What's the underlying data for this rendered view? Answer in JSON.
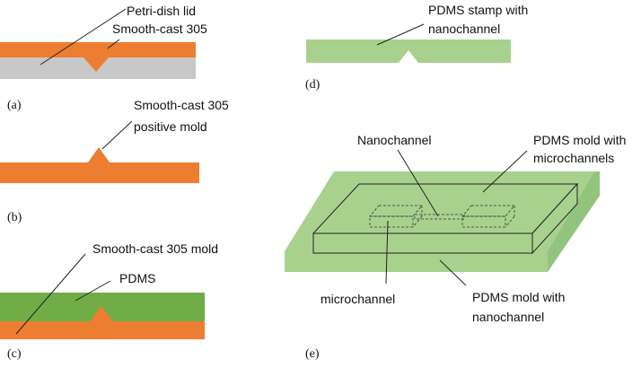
{
  "panels": {
    "a": {
      "tag": "(a)",
      "labels": [
        "Petri-dish lid",
        "Smooth-cast 305"
      ]
    },
    "b": {
      "tag": "(b)",
      "labels": [
        "Smooth-cast 305",
        "positive mold"
      ]
    },
    "c": {
      "tag": "(c)",
      "labels": [
        "Smooth-cast 305 mold",
        "PDMS"
      ]
    },
    "d": {
      "tag": "(d)",
      "labels": [
        "PDMS stamp with",
        "nanochannel"
      ]
    },
    "e": {
      "tag": "(e)",
      "labels": {
        "nanochannel": "Nanochannel",
        "top_mold_line1": "PDMS mold with",
        "top_mold_line2": "microchannels",
        "microchannel": "microchannel",
        "bottom_mold_line1": "PDMS mold with",
        "bottom_mold_line2": "nanochannel"
      }
    }
  },
  "colors": {
    "smooth_cast": "#ed7d31",
    "petri_lid": "#c8c8c8",
    "pdms_dark": "#70ad47",
    "pdms_light": "#a9d18e",
    "pdms_side": "#93c47d",
    "outline": "#222222"
  }
}
